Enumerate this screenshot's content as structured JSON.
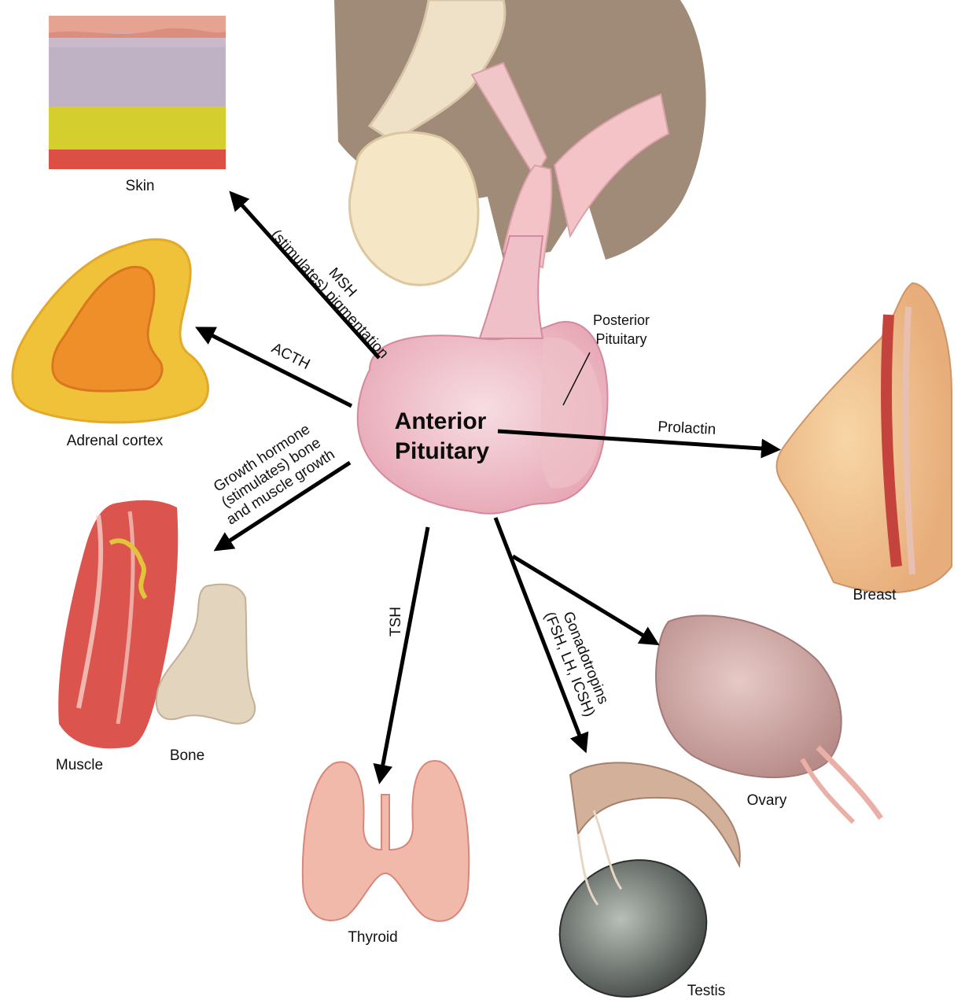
{
  "diagram": {
    "center": {
      "line1": "Anterior",
      "line2": "Pituitary"
    },
    "posterior": {
      "line1": "Posterior",
      "line2": "Pituitary"
    },
    "organs": {
      "skin": "Skin",
      "adrenal": "Adrenal cortex",
      "muscle": "Muscle",
      "bone": "Bone",
      "thyroid": "Thyroid",
      "testis": "Testis",
      "ovary": "Ovary",
      "breast": "Breast"
    },
    "hormones": {
      "msh_line1": "MSH",
      "msh_line2": "(stimulates) pigmentation",
      "acth": "ACTH",
      "gh_line1": "Growth hormone",
      "gh_line2": "(stimulates) bone",
      "gh_line3": "and muscle growth",
      "tsh": "TSH",
      "gonad_line1": "Gonadotropins",
      "gonad_line2": "(FSH, LH, ICSH)",
      "prolactin": "Prolactin"
    }
  }
}
